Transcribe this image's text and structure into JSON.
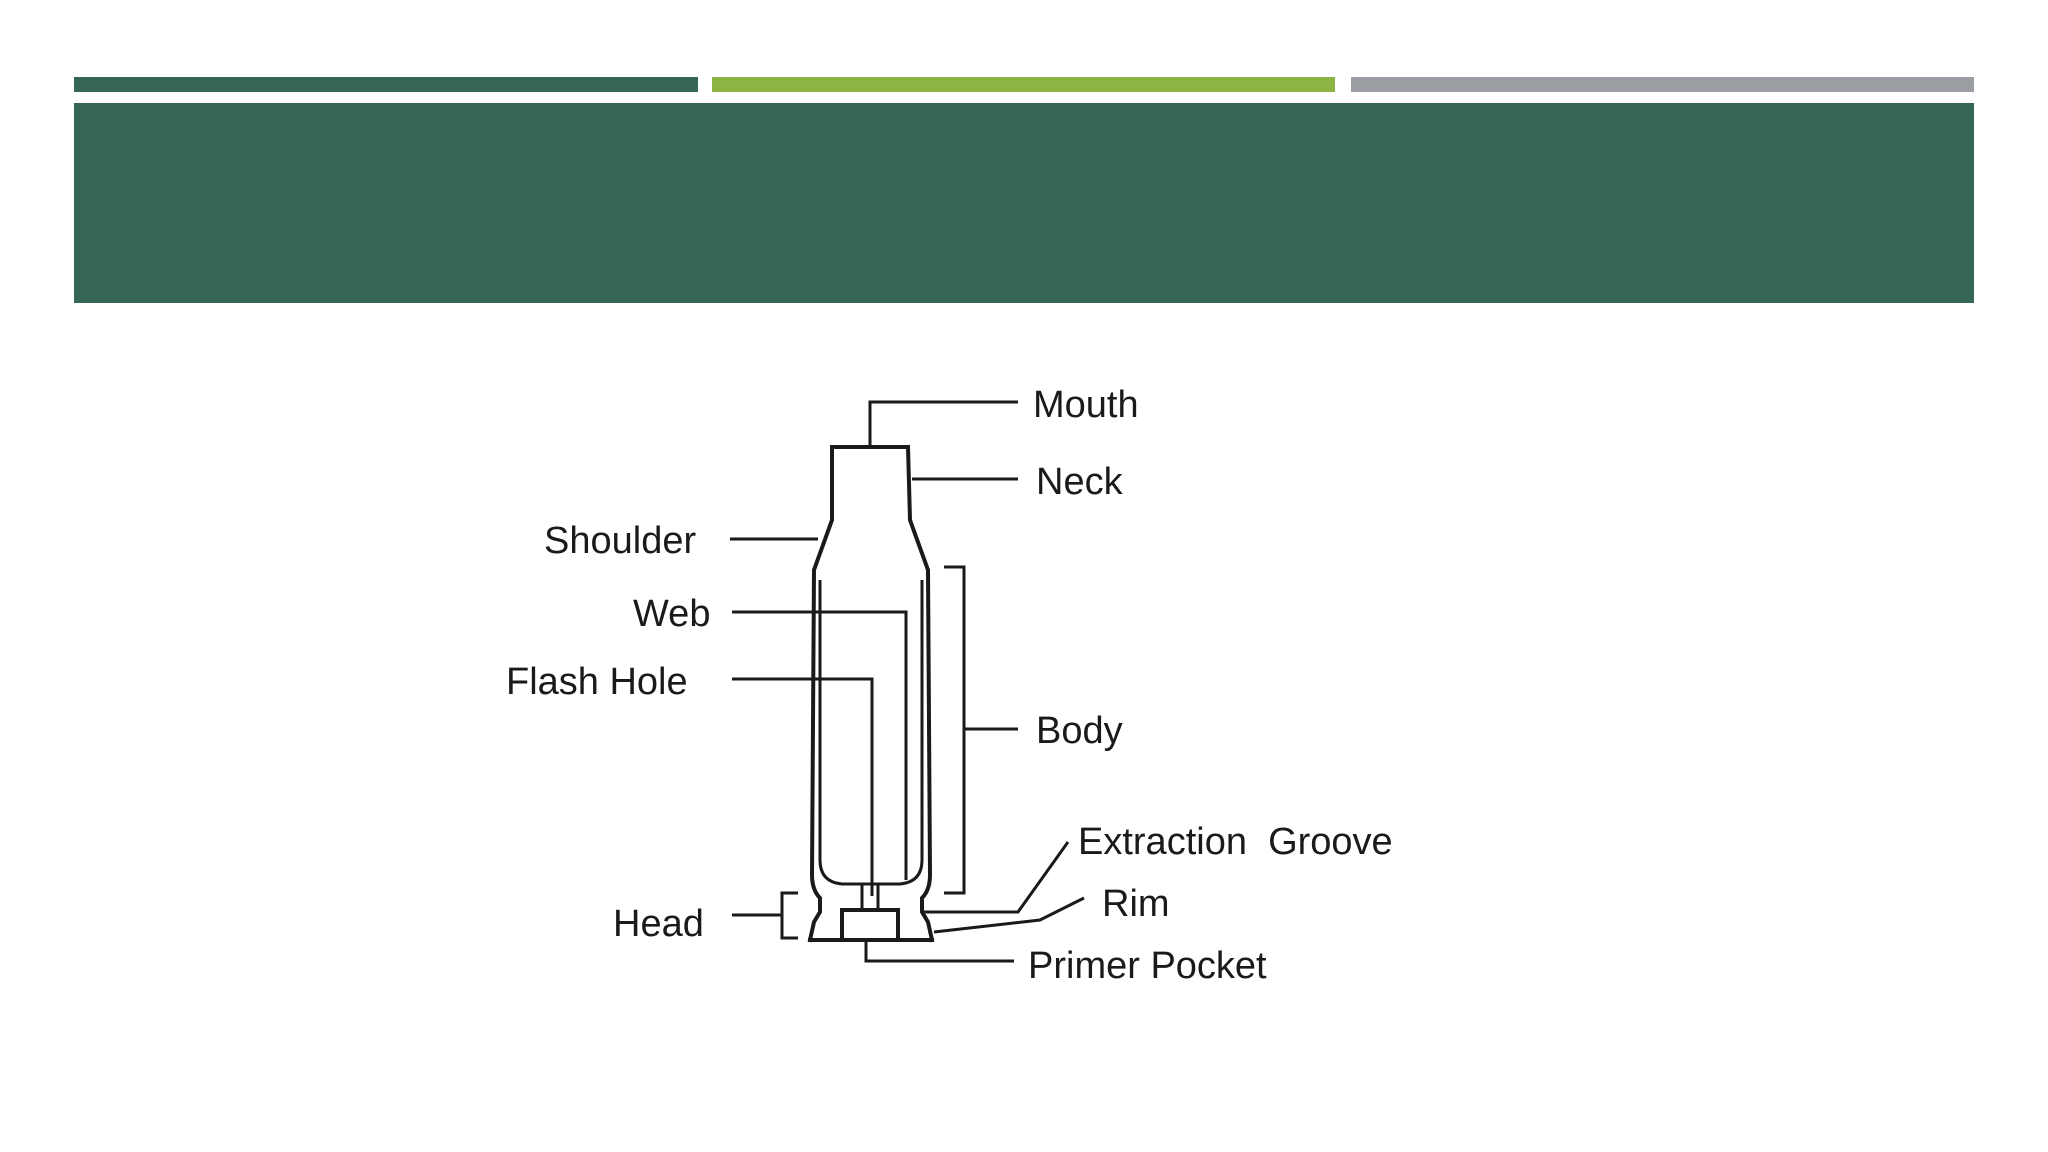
{
  "slide": {
    "title": "",
    "colors": {
      "bar_dark_green": "#366756",
      "bar_light_green": "#8db543",
      "bar_gray": "#9a9ea3",
      "title_band": "#366756"
    }
  },
  "diagram": {
    "labels": {
      "mouth": "Mouth",
      "neck": "Neck",
      "shoulder": "Shoulder",
      "web": "Web",
      "flash_hole": "Flash Hole",
      "body": "Body",
      "extraction_groove": "Extraction  Groove",
      "rim": "Rim",
      "head": "Head",
      "primer_pocket": "Primer Pocket"
    }
  }
}
